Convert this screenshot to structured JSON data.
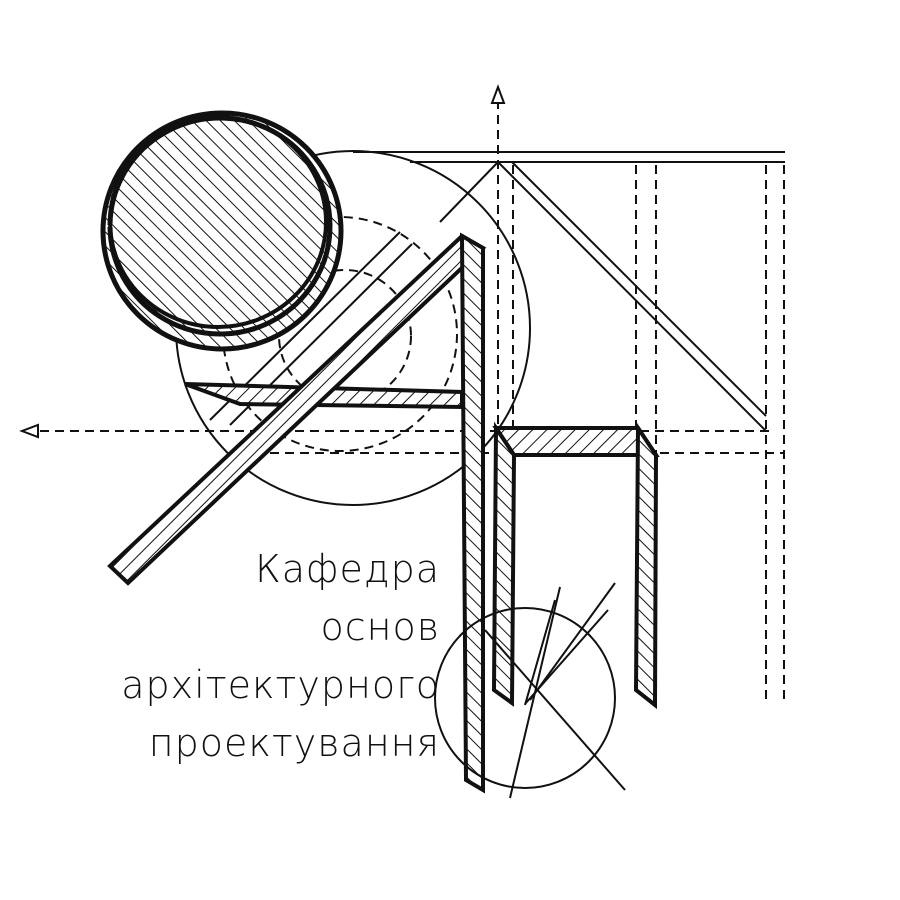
{
  "logo": {
    "stroke_color": "#111111",
    "background_color": "#ffffff",
    "caption_lines": [
      "Кафедра",
      "основ",
      "архітектурного",
      "проектування"
    ]
  }
}
